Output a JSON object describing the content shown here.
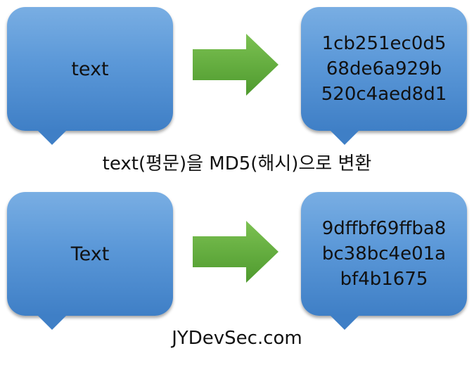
{
  "row1": {
    "plain": "text",
    "hash_lines": [
      "1cb251ec0d5",
      "68de6a929b",
      "520c4aed8d1"
    ],
    "caption": "text(평문)을 MD5(해시)으로 변환"
  },
  "row2": {
    "plain": "Text",
    "hash_lines": [
      "9dffbf69ffba8",
      "bc38bc4e01a",
      "bf4b1675"
    ],
    "caption": "JYDevSec.com"
  },
  "colors": {
    "bubble_top": "#79aee3",
    "bubble_bottom": "#3f7fc6",
    "arrow_green": "#5aa83a",
    "text": "#111111"
  },
  "icons": [
    "speech-bubble",
    "right-arrow"
  ]
}
